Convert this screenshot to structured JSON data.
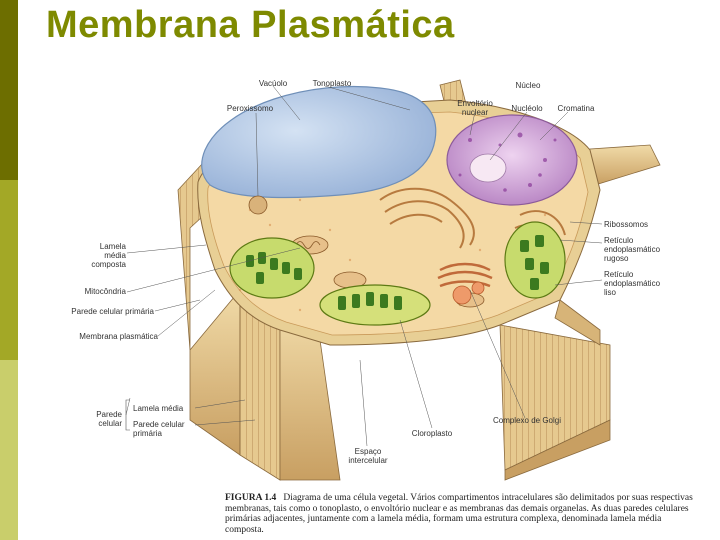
{
  "slide": {
    "title": "Membrana Plasmática"
  },
  "labels": {
    "vacuolo": "Vacúolo",
    "tonoplasto": "Tonoplasto",
    "nucleo": "Núcleo",
    "peroxissomo": "Peroxissomo",
    "envoltorio": "Envoltório\nnuclear",
    "nucleolo": "Nucléolo",
    "cromatina": "Cromatina",
    "ribossomos": "Ribossomos",
    "rer": "Retículo\nendoplasmático\nrugoso",
    "rel": "Retículo\nendoplasmático\nliso",
    "lamela": "Lamela\nmédia\ncomposta",
    "mitocondria": "Mitocôndria",
    "parede_primaria": "Parede celular primária",
    "membrana": "Membrana plasmática",
    "parede_celular": "Parede\ncelular",
    "lamela_media": "Lamela média",
    "parede_celular_primaria": "Parede celular\nprimária",
    "cloroplasto": "Cloroplasto",
    "golgi": "Complexo de Golgi",
    "espaco": "Espaço\nintercelular"
  },
  "caption": {
    "figure": "FIGURA 1.4",
    "text": "Diagrama de uma célula vegetal. Vários compartimentos intracelulares são delimitados por suas respectivas membranas, tais como o tonoplasto, o envoltório nuclear e as membranas das demais organelas. As duas paredes celulares primárias adjacentes, juntamente com a lamela média, formam uma estrutura complexa, denominada lamela média composta."
  },
  "colors": {
    "sidebar_dark": "#6d6e00",
    "sidebar_mid": "#a3a826",
    "sidebar_light": "#c9ce6b",
    "title": "#7e8a00",
    "wall": "#e9cf95",
    "cytoplasm": "#f3d8a6",
    "vacuole": "#b4c9e6",
    "nucleus": "#d5a8dc",
    "chloroplast": "#bcd45a"
  }
}
